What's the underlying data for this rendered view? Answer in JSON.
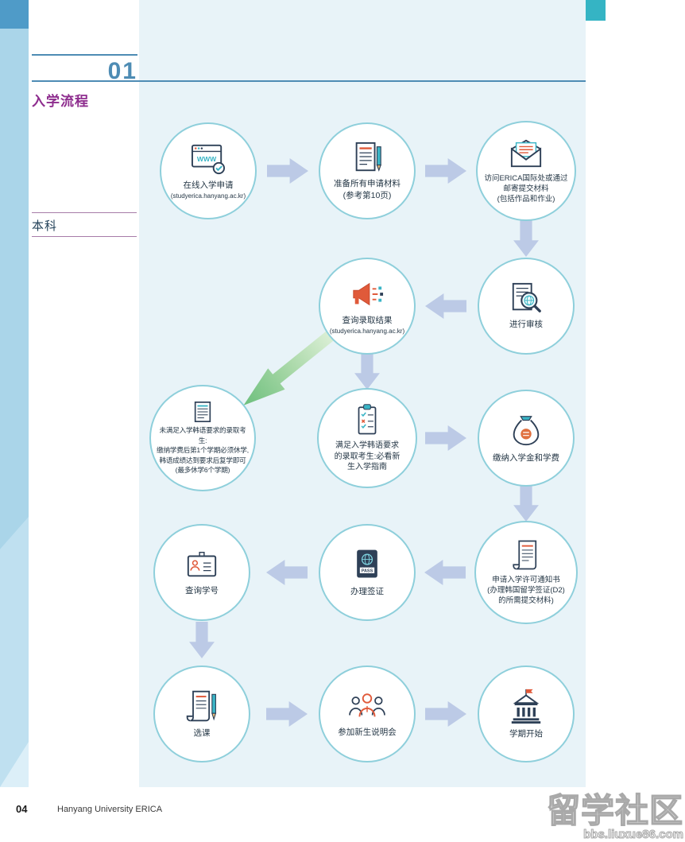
{
  "page_header": {
    "section_number": "01",
    "section_title": "入学流程",
    "category_label": "本科"
  },
  "flowchart": {
    "steps": [
      {
        "icon": "browser-www-icon",
        "icon_text": "WWW",
        "label": "在线入学申请",
        "sublabel": "(studyerica.hanyang.ac.kr)"
      },
      {
        "icon": "document-pencil-icon",
        "label": "准备所有申请材料\n(参考第10页)"
      },
      {
        "icon": "envelope-mail-icon",
        "label": "访问ERICA国际处或通过\n邮寄提交材料\n(包括作品和作业)"
      },
      {
        "icon": "document-magnifier-icon",
        "label": "进行审核"
      },
      {
        "icon": "megaphone-icon",
        "label": "查询录取结果",
        "sublabel": "(studyerica.hanyang.ac.kr)"
      },
      {
        "icon": "document-icon",
        "label": "未满足入学韩语要求的录取考生:\n缴纳学费后第1个学期必须休学,\n韩语成绩达到要求后复学即可\n(最多休学6个学期)"
      },
      {
        "icon": "checklist-clipboard-icon",
        "label": "满足入学韩语要求\n的录取考生:必看新\n生入学指南"
      },
      {
        "icon": "money-bag-icon",
        "label": "缴纳入学金和学费"
      },
      {
        "icon": "scroll-document-icon",
        "label": "申请入学许可通知书\n(办理韩国留学签证(D2)\n的所需提交材料)"
      },
      {
        "icon": "passport-icon",
        "icon_text": "PASS",
        "label": "办理签证"
      },
      {
        "icon": "id-card-icon",
        "label": "查询学号"
      },
      {
        "icon": "scroll-pencil-icon",
        "label": "选课"
      },
      {
        "icon": "people-group-icon",
        "label": "参加新生说明会"
      },
      {
        "icon": "university-building-icon",
        "label": "学期开始"
      }
    ],
    "connections": [
      {
        "from": 1,
        "to": 2,
        "direction": "right"
      },
      {
        "from": 2,
        "to": 3,
        "direction": "right"
      },
      {
        "from": 3,
        "to": 4,
        "direction": "down"
      },
      {
        "from": 4,
        "to": 5,
        "direction": "left"
      },
      {
        "from": 5,
        "to": 7,
        "direction": "down"
      },
      {
        "from": 5,
        "to": 6,
        "direction": "diagonal-down-left",
        "style": "green-gradient"
      },
      {
        "from": 7,
        "to": 8,
        "direction": "right"
      },
      {
        "from": 8,
        "to": 9,
        "direction": "down"
      },
      {
        "from": 9,
        "to": 10,
        "direction": "left"
      },
      {
        "from": 10,
        "to": 11,
        "direction": "left"
      },
      {
        "from": 11,
        "to": 12,
        "direction": "down"
      },
      {
        "from": 12,
        "to": 13,
        "direction": "right"
      },
      {
        "from": 13,
        "to": 14,
        "direction": "right"
      }
    ]
  },
  "footer": {
    "page_number": "04",
    "text": "Hanyang University ERICA"
  },
  "watermark": {
    "title": "留学社区",
    "url": "bbs.liuxue86.com"
  },
  "colors": {
    "accent_teal": "#35b4c4",
    "section_blue": "#4e8cb4",
    "title_purple": "#8e2d8e",
    "arrow_blue": "#bccae6",
    "arrow_green": "#57b667",
    "circle_border": "#8ecfdb",
    "panel_bg": "#e8f3f8",
    "strip_blue": "#aad5e9",
    "icon_navy": "#2e4057",
    "icon_orange": "#e05a3a"
  }
}
